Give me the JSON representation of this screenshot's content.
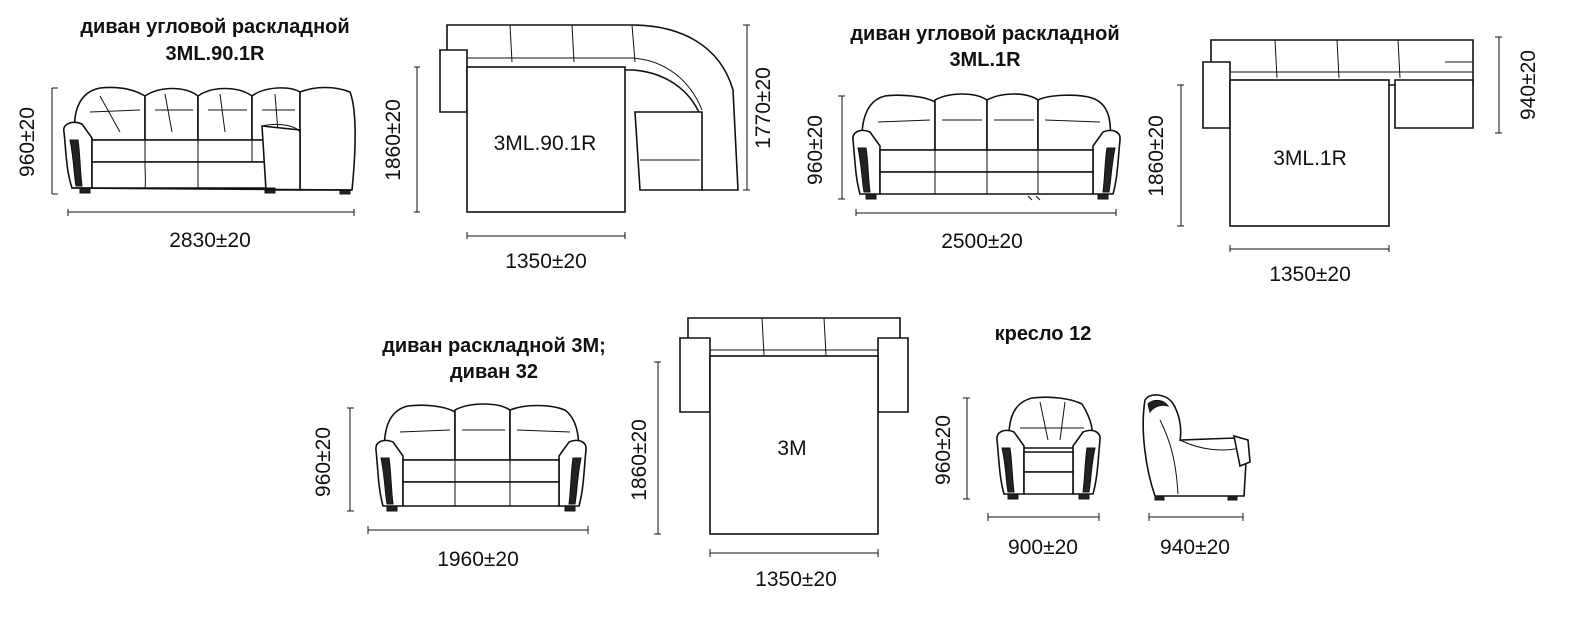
{
  "models": [
    {
      "title_line1": "диван угловой раскладной",
      "title_line2": "3ML.90.1R",
      "front_width": "2830±20",
      "front_height": "960±20",
      "plan_label": "3ML.90.1R",
      "plan_depth": "1860±20",
      "plan_width": "1350±20",
      "plan_side": "1770±20"
    },
    {
      "title_line1": "диван угловой раскладной",
      "title_line2": "3ML.1R",
      "front_width": "2500±20",
      "front_height": "960±20",
      "plan_label": "3ML.1R",
      "plan_depth": "1860±20",
      "plan_width": "1350±20",
      "plan_side": "940±20"
    },
    {
      "title_line1": "диван раскладной 3М;",
      "title_line2": "диван 32",
      "front_width": "1960±20",
      "front_height": "960±20",
      "plan_label": "3М",
      "plan_depth": "1860±20",
      "plan_width": "1350±20"
    },
    {
      "title_line1": "кресло 12",
      "front_width": "900±20",
      "front_height": "960±20",
      "side_width": "940±20"
    }
  ]
}
